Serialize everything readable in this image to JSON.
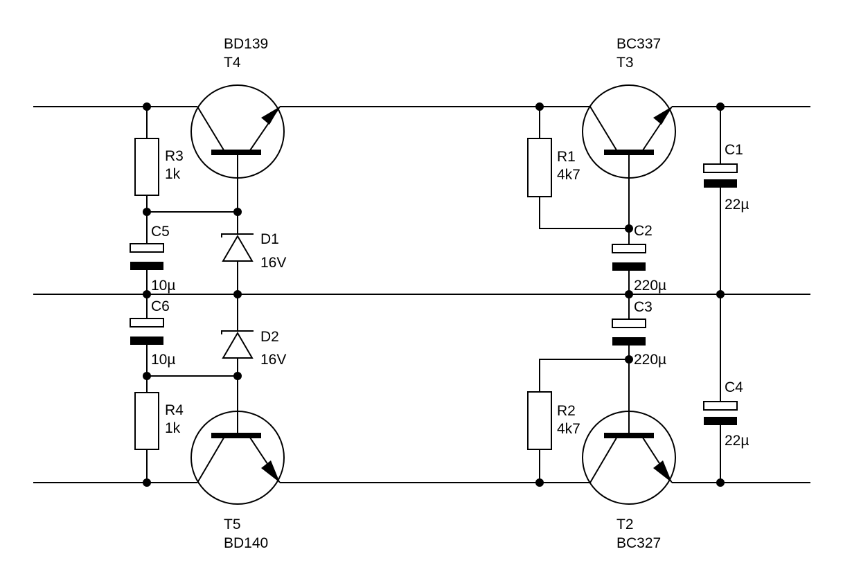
{
  "components": {
    "t4": {
      "ref": "T4",
      "part": "BD139"
    },
    "t3": {
      "ref": "T3",
      "part": "BC337"
    },
    "t5": {
      "ref": "T5",
      "part": "BD140"
    },
    "t2": {
      "ref": "T2",
      "part": "BC327"
    },
    "r3": {
      "ref": "R3",
      "value": "1k"
    },
    "r4": {
      "ref": "R4",
      "value": "1k"
    },
    "r1": {
      "ref": "R1",
      "value": "4k7"
    },
    "r2": {
      "ref": "R2",
      "value": "4k7"
    },
    "c5": {
      "ref": "C5",
      "value": "10µ"
    },
    "c6": {
      "ref": "C6",
      "value": "10µ"
    },
    "c2": {
      "ref": "C2",
      "value": "220µ"
    },
    "c3": {
      "ref": "C3",
      "value": "220µ"
    },
    "c1": {
      "ref": "C1",
      "value": "22µ"
    },
    "c4": {
      "ref": "C4",
      "value": "22µ"
    },
    "d1": {
      "ref": "D1",
      "value": "16V"
    },
    "d2": {
      "ref": "D2",
      "value": "16V"
    }
  }
}
